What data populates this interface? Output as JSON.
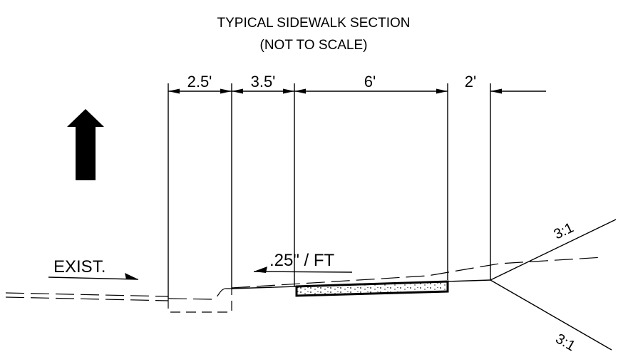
{
  "title": {
    "line1": "TYPICAL SIDEWALK SECTION",
    "line2": "(NOT TO SCALE)"
  },
  "dimensions": [
    {
      "label": "2.5'"
    },
    {
      "label": "3.5'"
    },
    {
      "label": "6'"
    },
    {
      "label": "2'"
    }
  ],
  "notes": {
    "existing": "EXIST.",
    "cross_slope": ".25\" / FT"
  },
  "slopes": {
    "upper": "3:1",
    "lower": "3:1"
  },
  "icons": {
    "north_arrow": "up-arrow-icon"
  },
  "colors": {
    "line": "#000000",
    "background": "#ffffff"
  }
}
